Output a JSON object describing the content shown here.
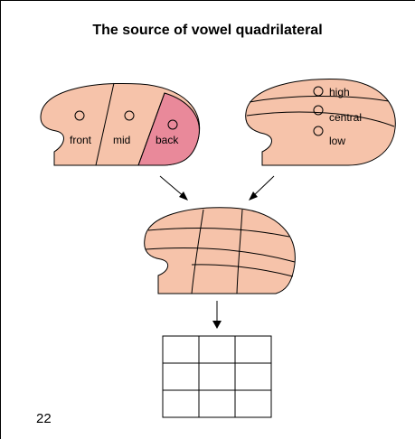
{
  "title": "The source of vowel quadrilateral",
  "page_number": "22",
  "colors": {
    "tongue_fill": "#f6c3aa",
    "highlight_fill": "#e9899a",
    "stroke": "#000000"
  },
  "front_back_tongue": {
    "labels": [
      "front",
      "mid",
      "back"
    ],
    "highlighted": "back"
  },
  "height_tongue": {
    "labels": [
      "high",
      "central",
      "low"
    ]
  },
  "vowel_grid": {
    "rows": 3,
    "cols": 3
  }
}
